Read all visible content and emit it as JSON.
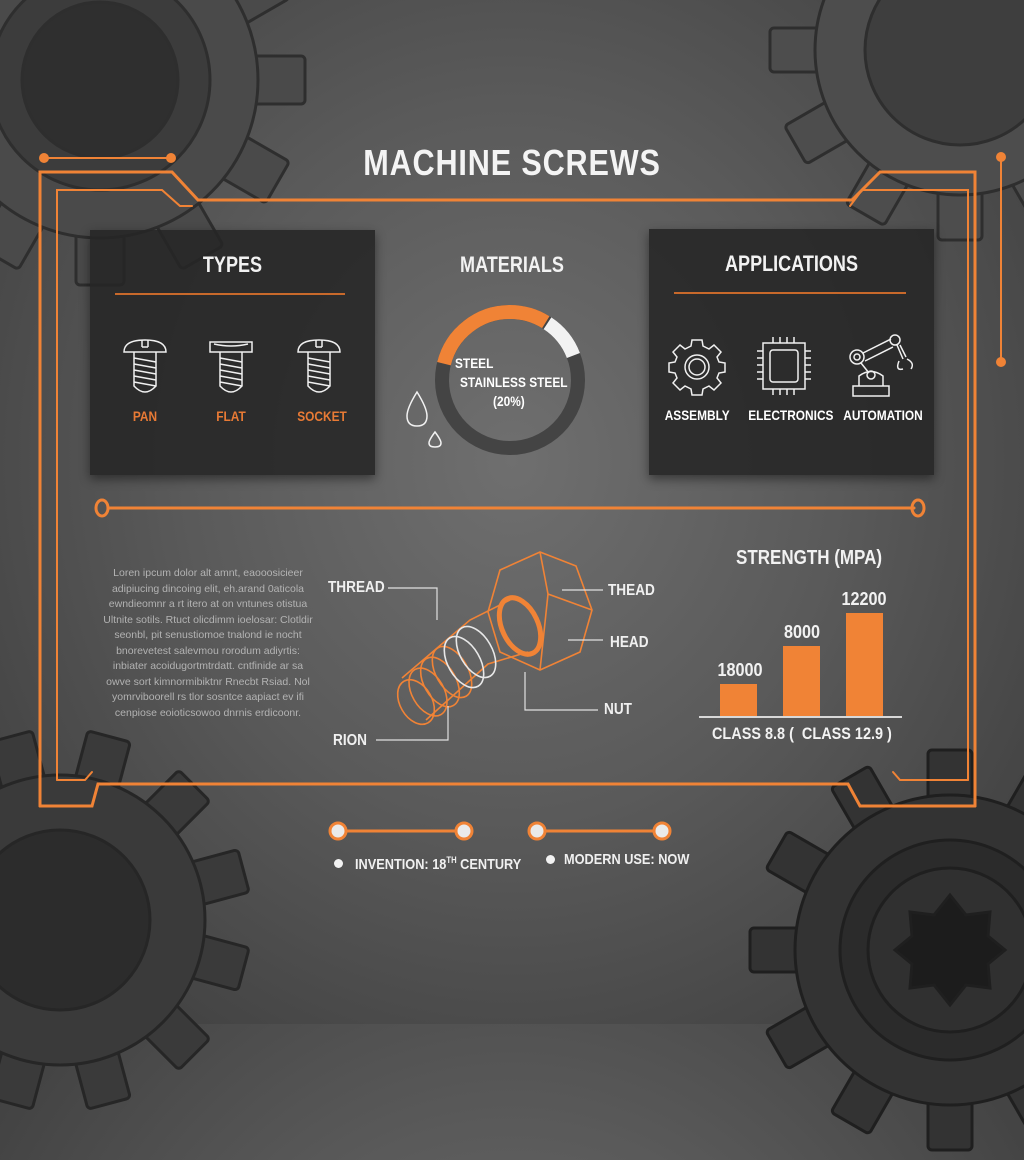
{
  "title": "MACHINE SCREWS",
  "colors": {
    "accent": "#f08336",
    "panel": "#262626",
    "background": "#5e5e5e",
    "text": "#f2f2f2"
  },
  "types": {
    "title": "TYPES",
    "items": [
      {
        "label": "PAN",
        "icon": "pan-head-screw-icon"
      },
      {
        "label": "FLAT",
        "icon": "flat-head-screw-icon"
      },
      {
        "label": "SOCKET",
        "icon": "socket-head-screw-icon"
      }
    ]
  },
  "materials": {
    "title": "MATERIALS",
    "donut_lines": [
      "STEEL",
      "STAINLESS STEEL",
      "(20%)"
    ],
    "icon": "water-drops-icon"
  },
  "applications": {
    "title": "APPLICATIONS",
    "items": [
      {
        "label": "ASSEMBLY",
        "icon": "gear-icon"
      },
      {
        "label": "ELECTRONICS",
        "icon": "chip-icon"
      },
      {
        "label": "AUTOMATION",
        "icon": "robot-arm-icon"
      }
    ]
  },
  "lorem_text": "Loren ipcum dolor alt amnt, eaooosicieer adipiucing dincoing elit, eh.arand 0aticola ewndieomnr a rt itero at on vntunes otistua Ultnite sotils. Rtuct olicdimm ioelosar: Clotldir seonbl, pit senustiomoe tnalond ie nocht bnorevetest salevmou rorodum adiyrtis: inbiater acoidugortmtrdatt. cntfinide ar sa owve sort kimnormibiktnr Rnecbt Rsiad. Nol yomrviboorell rs tlor sosntce aapiact ev ifi cenpiose eoioticsowoo dnrnis erdicoonr.",
  "diagram": {
    "labels": {
      "thread_left": "THREAD",
      "thead_right": "THEAD",
      "head": "HEAD",
      "nut": "NUT",
      "rion": "RION"
    }
  },
  "chart_data": {
    "type": "bar",
    "title": "STRENGTH (MPA)",
    "categories": [
      "CLASS 8.8",
      "",
      "CLASS 12.9"
    ],
    "x_axis_label": "CLASS 8.8 (  CLASS 12.9 )",
    "values": [
      18000,
      8000,
      12200
    ],
    "value_labels": [
      "18000",
      "8000",
      "12200"
    ],
    "ylabel": "MPa",
    "grid": false,
    "legend": "none"
  },
  "timeline": {
    "items": [
      {
        "label": "INVENTION: 18",
        "sup": "TH",
        "suffix": " CENTURY"
      },
      {
        "label": "MODERN USE: NOW"
      }
    ]
  }
}
